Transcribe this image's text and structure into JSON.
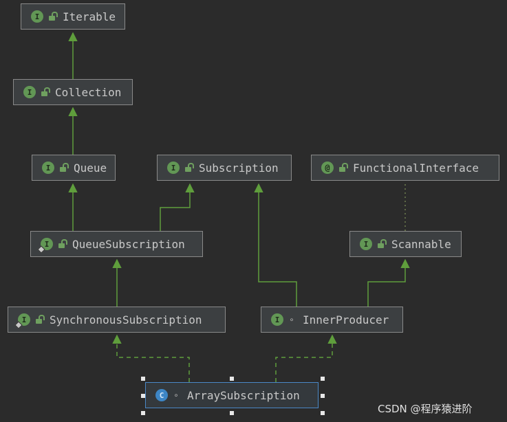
{
  "nodes": {
    "iterable": {
      "label": "Iterable",
      "kind": "I"
    },
    "collection": {
      "label": "Collection",
      "kind": "I"
    },
    "queue": {
      "label": "Queue",
      "kind": "I"
    },
    "subscription": {
      "label": "Subscription",
      "kind": "I"
    },
    "functional_interface": {
      "label": "FunctionalInterface",
      "kind": "@"
    },
    "queue_subscription": {
      "label": "QueueSubscription",
      "kind": "I"
    },
    "scannable": {
      "label": "Scannable",
      "kind": "I"
    },
    "synchronous_subscription": {
      "label": "SynchronousSubscription",
      "kind": "I"
    },
    "inner_producer": {
      "label": "InnerProducer",
      "kind": "I"
    },
    "array_subscription": {
      "label": "ArraySubscription",
      "kind": "C"
    }
  },
  "watermark": "CSDN @程序猿进阶",
  "colors": {
    "background": "#2b2b2b",
    "node_fill": "#3c3f41",
    "node_border": "#8a8a8a",
    "text": "#c9c9c9",
    "interface_icon": "#629755",
    "class_icon": "#3d86c6",
    "extends_arrow": "#5f9e3c",
    "selection_border": "#4a88c7"
  }
}
